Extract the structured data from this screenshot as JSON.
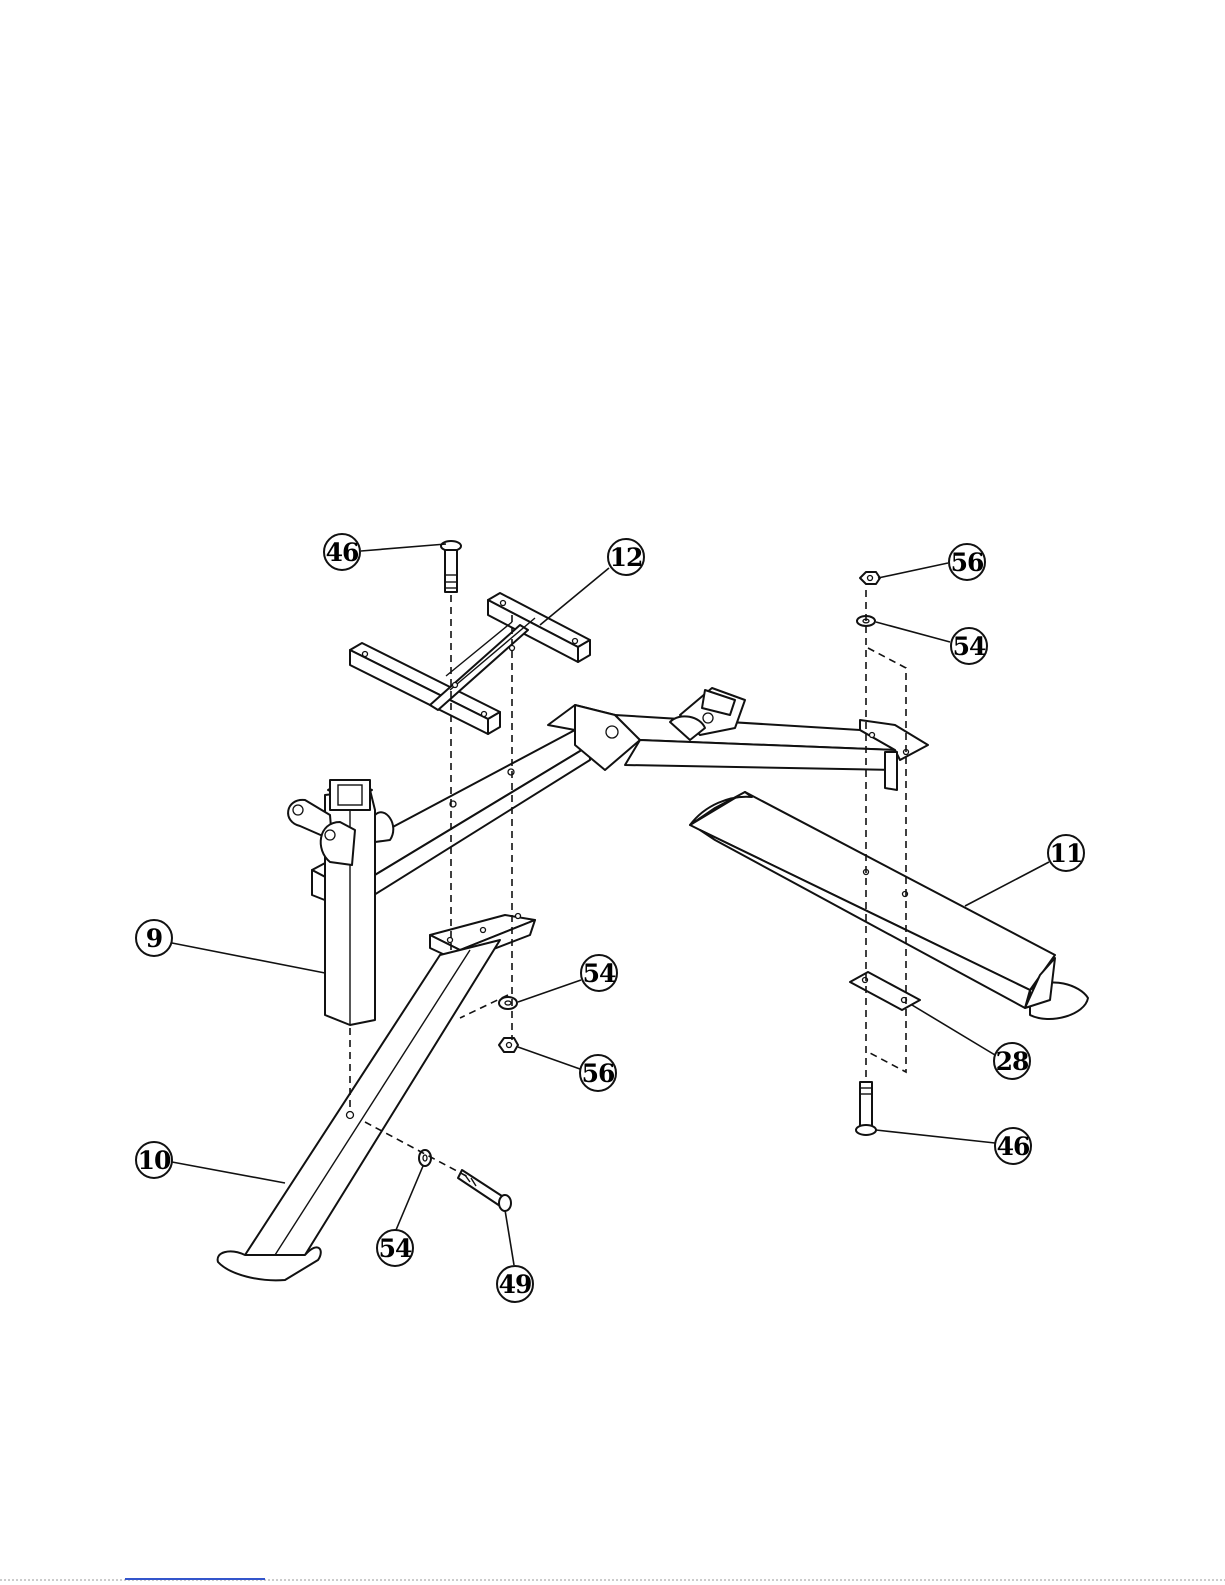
{
  "callouts": [
    {
      "id": "c46a",
      "label": "46"
    },
    {
      "id": "c12",
      "label": "12"
    },
    {
      "id": "c56a",
      "label": "56"
    },
    {
      "id": "c54a",
      "label": "54"
    },
    {
      "id": "c11",
      "label": "11"
    },
    {
      "id": "c9",
      "label": "9"
    },
    {
      "id": "c54b",
      "label": "54"
    },
    {
      "id": "c56b",
      "label": "56"
    },
    {
      "id": "c28",
      "label": "28"
    },
    {
      "id": "c46b",
      "label": "46"
    },
    {
      "id": "c10",
      "label": "10"
    },
    {
      "id": "c54c",
      "label": "54"
    },
    {
      "id": "c49",
      "label": "49"
    }
  ],
  "colors": {
    "line": "#111111",
    "background": "#ffffff",
    "footer_link": "#3355cc"
  }
}
